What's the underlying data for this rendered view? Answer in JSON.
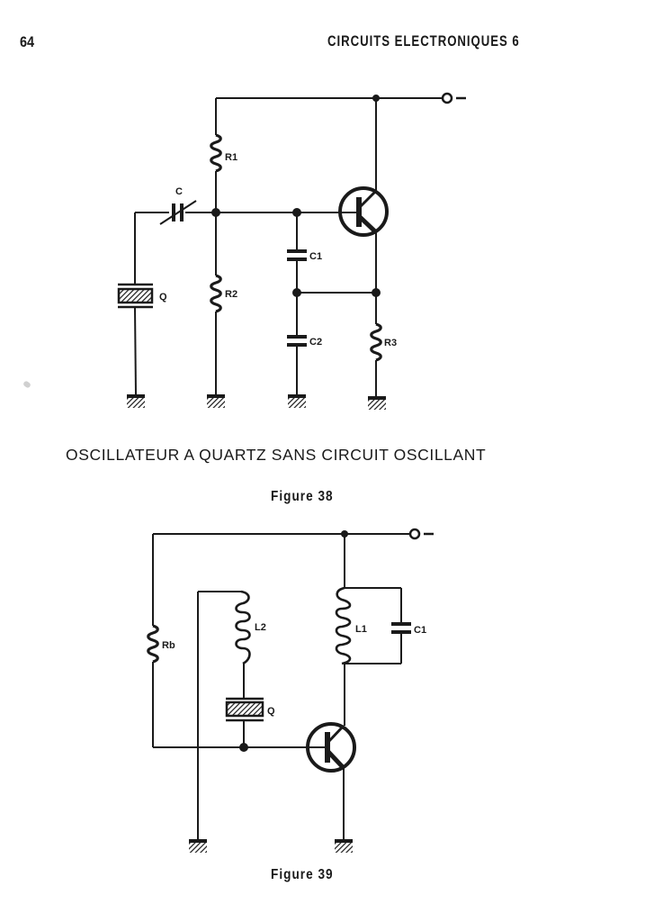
{
  "header": {
    "page_number": "64",
    "running_title": "CIRCUITS ELECTRONIQUES 6"
  },
  "figure38": {
    "title": "OSCILLATEUR A QUARTZ SANS CIRCUIT OSCILLANT",
    "caption": "Figure 38",
    "supply_terminal": "-",
    "labels": {
      "R1": "R1",
      "R2": "R2",
      "R3": "R3",
      "C": "C",
      "C1": "C1",
      "C2": "C2",
      "Q": "Q"
    }
  },
  "figure39": {
    "caption": "Figure 39",
    "supply_terminal": "-",
    "labels": {
      "Rb": "Rb",
      "L1": "L1",
      "L2": "L2",
      "C1": "C1",
      "Q": "Q"
    }
  }
}
